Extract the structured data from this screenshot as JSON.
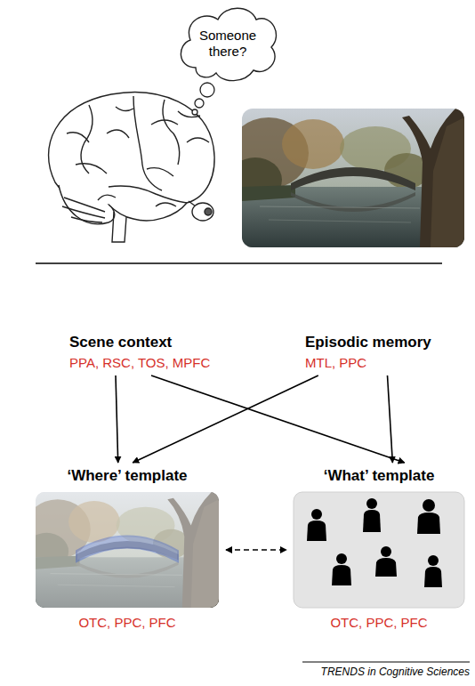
{
  "diagram": {
    "nodes": [
      {
        "text": [
          "Someone there?"
        ]
      },
      {
        "text": [
          "Scene context",
          "PPA, RSC, TOS, MPFC"
        ]
      },
      {
        "text": [
          "Episodic memory",
          "MTL, PPC"
        ]
      },
      {
        "text": [
          "‘Where’ template",
          "OTC, PPC, PFC"
        ]
      },
      {
        "text": [
          "‘What’ template",
          "OTC, PPC, PFC"
        ]
      }
    ],
    "edges": [
      {
        "from": 1,
        "to": 3,
        "arrow": "to"
      },
      {
        "from": 1,
        "to": 4,
        "arrow": "to"
      },
      {
        "from": 2,
        "to": 3,
        "arrow": "to"
      },
      {
        "from": 2,
        "to": 4,
        "arrow": "to"
      },
      {
        "from": 3,
        "to": 4,
        "arrow": "both"
      }
    ],
    "labels": [
      "TRENDS in Cognitive Sciences"
    ]
  }
}
